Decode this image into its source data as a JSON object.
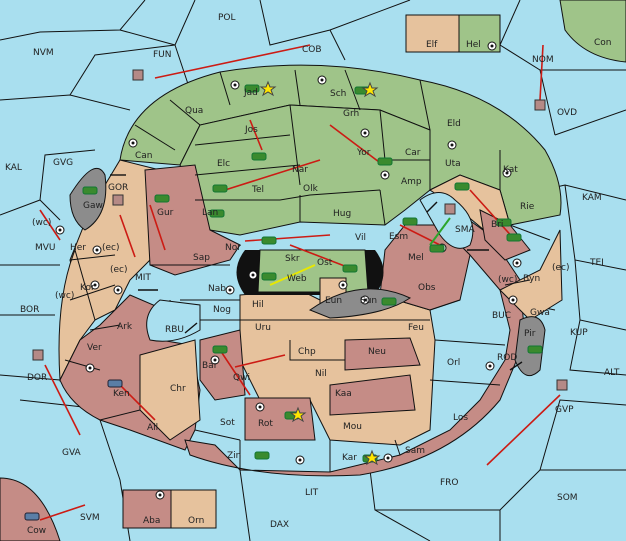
{
  "colors": {
    "sea": "#a9dfef",
    "green_power": "#9fc489",
    "rose_power": "#c58c86",
    "neutral": "#e6c29d",
    "impassable": "#8c8c8c",
    "order_arrow": "#cc1b14",
    "support_arrow": "#ffff00"
  },
  "sea_labels": [
    "POL",
    "NVM",
    "FUN",
    "COB",
    "NOM",
    "OVD",
    "Con",
    "KAL",
    "GVG",
    "GOR",
    "KAM",
    "MVU",
    "MIT",
    "SMA",
    "TEI",
    "BOR",
    "RBU",
    "BUC",
    "KUP",
    "ALT",
    "DOR",
    "ROD",
    "GVP",
    "GVA",
    "FRO",
    "SOM",
    "LIT",
    "SVM",
    "DAX",
    "Cow"
  ],
  "coastal_labels": [
    "(wc)",
    "(ec)",
    "(ec)",
    "(wc)",
    "(ec)",
    "(wc)"
  ],
  "land_labels": [
    "Elf",
    "Hel",
    "Jad",
    "Sch",
    "Qua",
    "Grh",
    "Jos",
    "Eld",
    "Can",
    "Yor",
    "Car",
    "Elc",
    "Nar",
    "Uta",
    "Kat",
    "Tel",
    "Olk",
    "Amp",
    "Lan",
    "Hug",
    "Gaw",
    "Gur",
    "Rie",
    "Her",
    "Vil",
    "Esm",
    "Bri",
    "Nor",
    "Skr",
    "Ost",
    "Web",
    "Mel",
    "Sap",
    "Byn",
    "Kor",
    "Nab",
    "Eun",
    "Sun",
    "Obs",
    "Hil",
    "Gwa",
    "Nog",
    "Ark",
    "Uru",
    "Feu",
    "Pir",
    "Chp",
    "Neu",
    "Ver",
    "Bar",
    "Qwi",
    "Nil",
    "Orl",
    "Ken",
    "Chr",
    "Kaa",
    "Sot",
    "Rot",
    "Los",
    "Ail",
    "Mou",
    "Sam",
    "Zin",
    "Kar",
    "Aba",
    "Orn"
  ],
  "units_summary": "army and fleet tokens with movement orders"
}
